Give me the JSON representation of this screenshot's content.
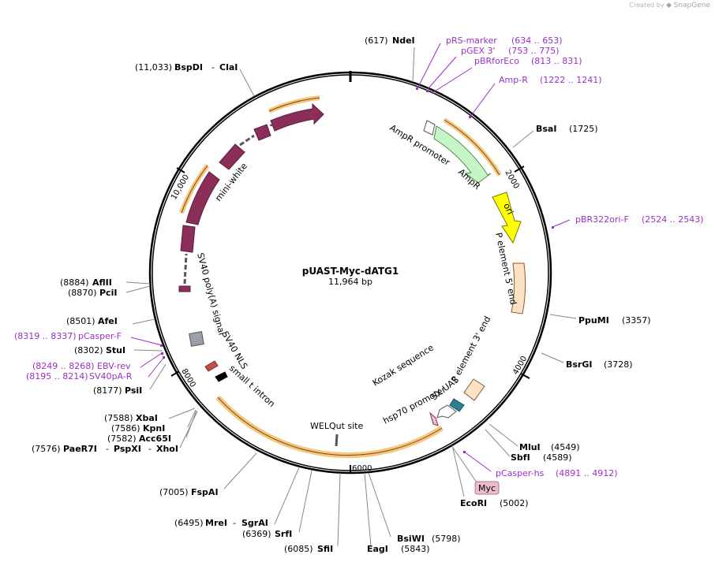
{
  "credit": {
    "created_by": "Created by",
    "brand": "SnapGene"
  },
  "plasmid": {
    "name": "pUAST-Myc-dATG1",
    "length": "11,964 bp"
  },
  "ticks": [
    "2000",
    "4000",
    "6000",
    "8000",
    "10,000"
  ],
  "enzymes": [
    {
      "pos": "(617)",
      "name": "NdeI"
    },
    {
      "pos": "(1725)",
      "name": "BsaI"
    },
    {
      "pos": "(3357)",
      "name": "PpuMI"
    },
    {
      "pos": "(3728)",
      "name": "BsrGI"
    },
    {
      "pos": "(4549)",
      "name": "MluI"
    },
    {
      "pos": "(4589)",
      "name": "SbfI"
    },
    {
      "pos": "(5002)",
      "name": "EcoRI"
    },
    {
      "pos": "(5798)",
      "name": "BsiWI"
    },
    {
      "pos": "(5843)",
      "name": "EagI"
    },
    {
      "pos": "(6085)",
      "name": "SfiI"
    },
    {
      "pos": "(6369)",
      "name": "SrfI"
    },
    {
      "pos": "(6495)",
      "name": "MreI",
      "name2": "SgrAI"
    },
    {
      "pos": "(7005)",
      "name": "FspAI"
    },
    {
      "pos": "(7576)",
      "name": "PaeR7I",
      "name2": "PspXI",
      "name3": "XhoI"
    },
    {
      "pos": "(7582)",
      "name": "Acc65I"
    },
    {
      "pos": "(7586)",
      "name": "KpnI"
    },
    {
      "pos": "(7588)",
      "name": "XbaI"
    },
    {
      "pos": "(8177)",
      "name": "PsiI"
    },
    {
      "pos": "(8302)",
      "name": "StuI"
    },
    {
      "pos": "(8501)",
      "name": "AfeI"
    },
    {
      "pos": "(8870)",
      "name": "PciI"
    },
    {
      "pos": "(8884)",
      "name": "AflII"
    },
    {
      "pos": "(11,033)",
      "name": "BspDI",
      "name2": "ClaI"
    }
  ],
  "primers": [
    {
      "name": "pRS-marker",
      "range": "(634 .. 653)"
    },
    {
      "name": "pGEX 3'",
      "range": "(753 .. 775)"
    },
    {
      "name": "pBRforEco",
      "range": "(813 .. 831)"
    },
    {
      "name": "Amp-R",
      "range": "(1222 .. 1241)"
    },
    {
      "name": "pBR322ori-F",
      "range": "(2524 .. 2543)"
    },
    {
      "name": "pCasper-hs",
      "range": "(4891 .. 4912)"
    },
    {
      "name": "pCasper-F",
      "range": "(8319 .. 8337)"
    },
    {
      "name": "EBV-rev",
      "range": "(8249 .. 8268)"
    },
    {
      "name": "SV40pA-R",
      "range": "(8195 .. 8214)"
    }
  ],
  "features": {
    "ampr_promoter": "AmpR promoter",
    "ampr": "AmpR",
    "ori": "ori",
    "p5": "P element 5' end",
    "p3": "P element 3' end",
    "uas": "5X UAS",
    "hsp70": "hsp70 promoter",
    "kozak": "Kozak sequence",
    "myc": "Myc",
    "welqut": "WELQut site",
    "small_t": "small t intron",
    "sv40_nls": "SV40 NLS",
    "sv40_polya": "SV40 poly(A) signal",
    "mini_white": "mini-white"
  },
  "colors": {
    "backbone": "#000000",
    "mini_white": "#8c2e5a",
    "ampr": "#c6f5c6",
    "ori": "#ffff00",
    "p_element": "#fde2c8",
    "orf_highlight": "#f5c77e",
    "primer": "#9b30c8",
    "myc_fill": "#e9bccb",
    "uas": "#2d7f94"
  }
}
